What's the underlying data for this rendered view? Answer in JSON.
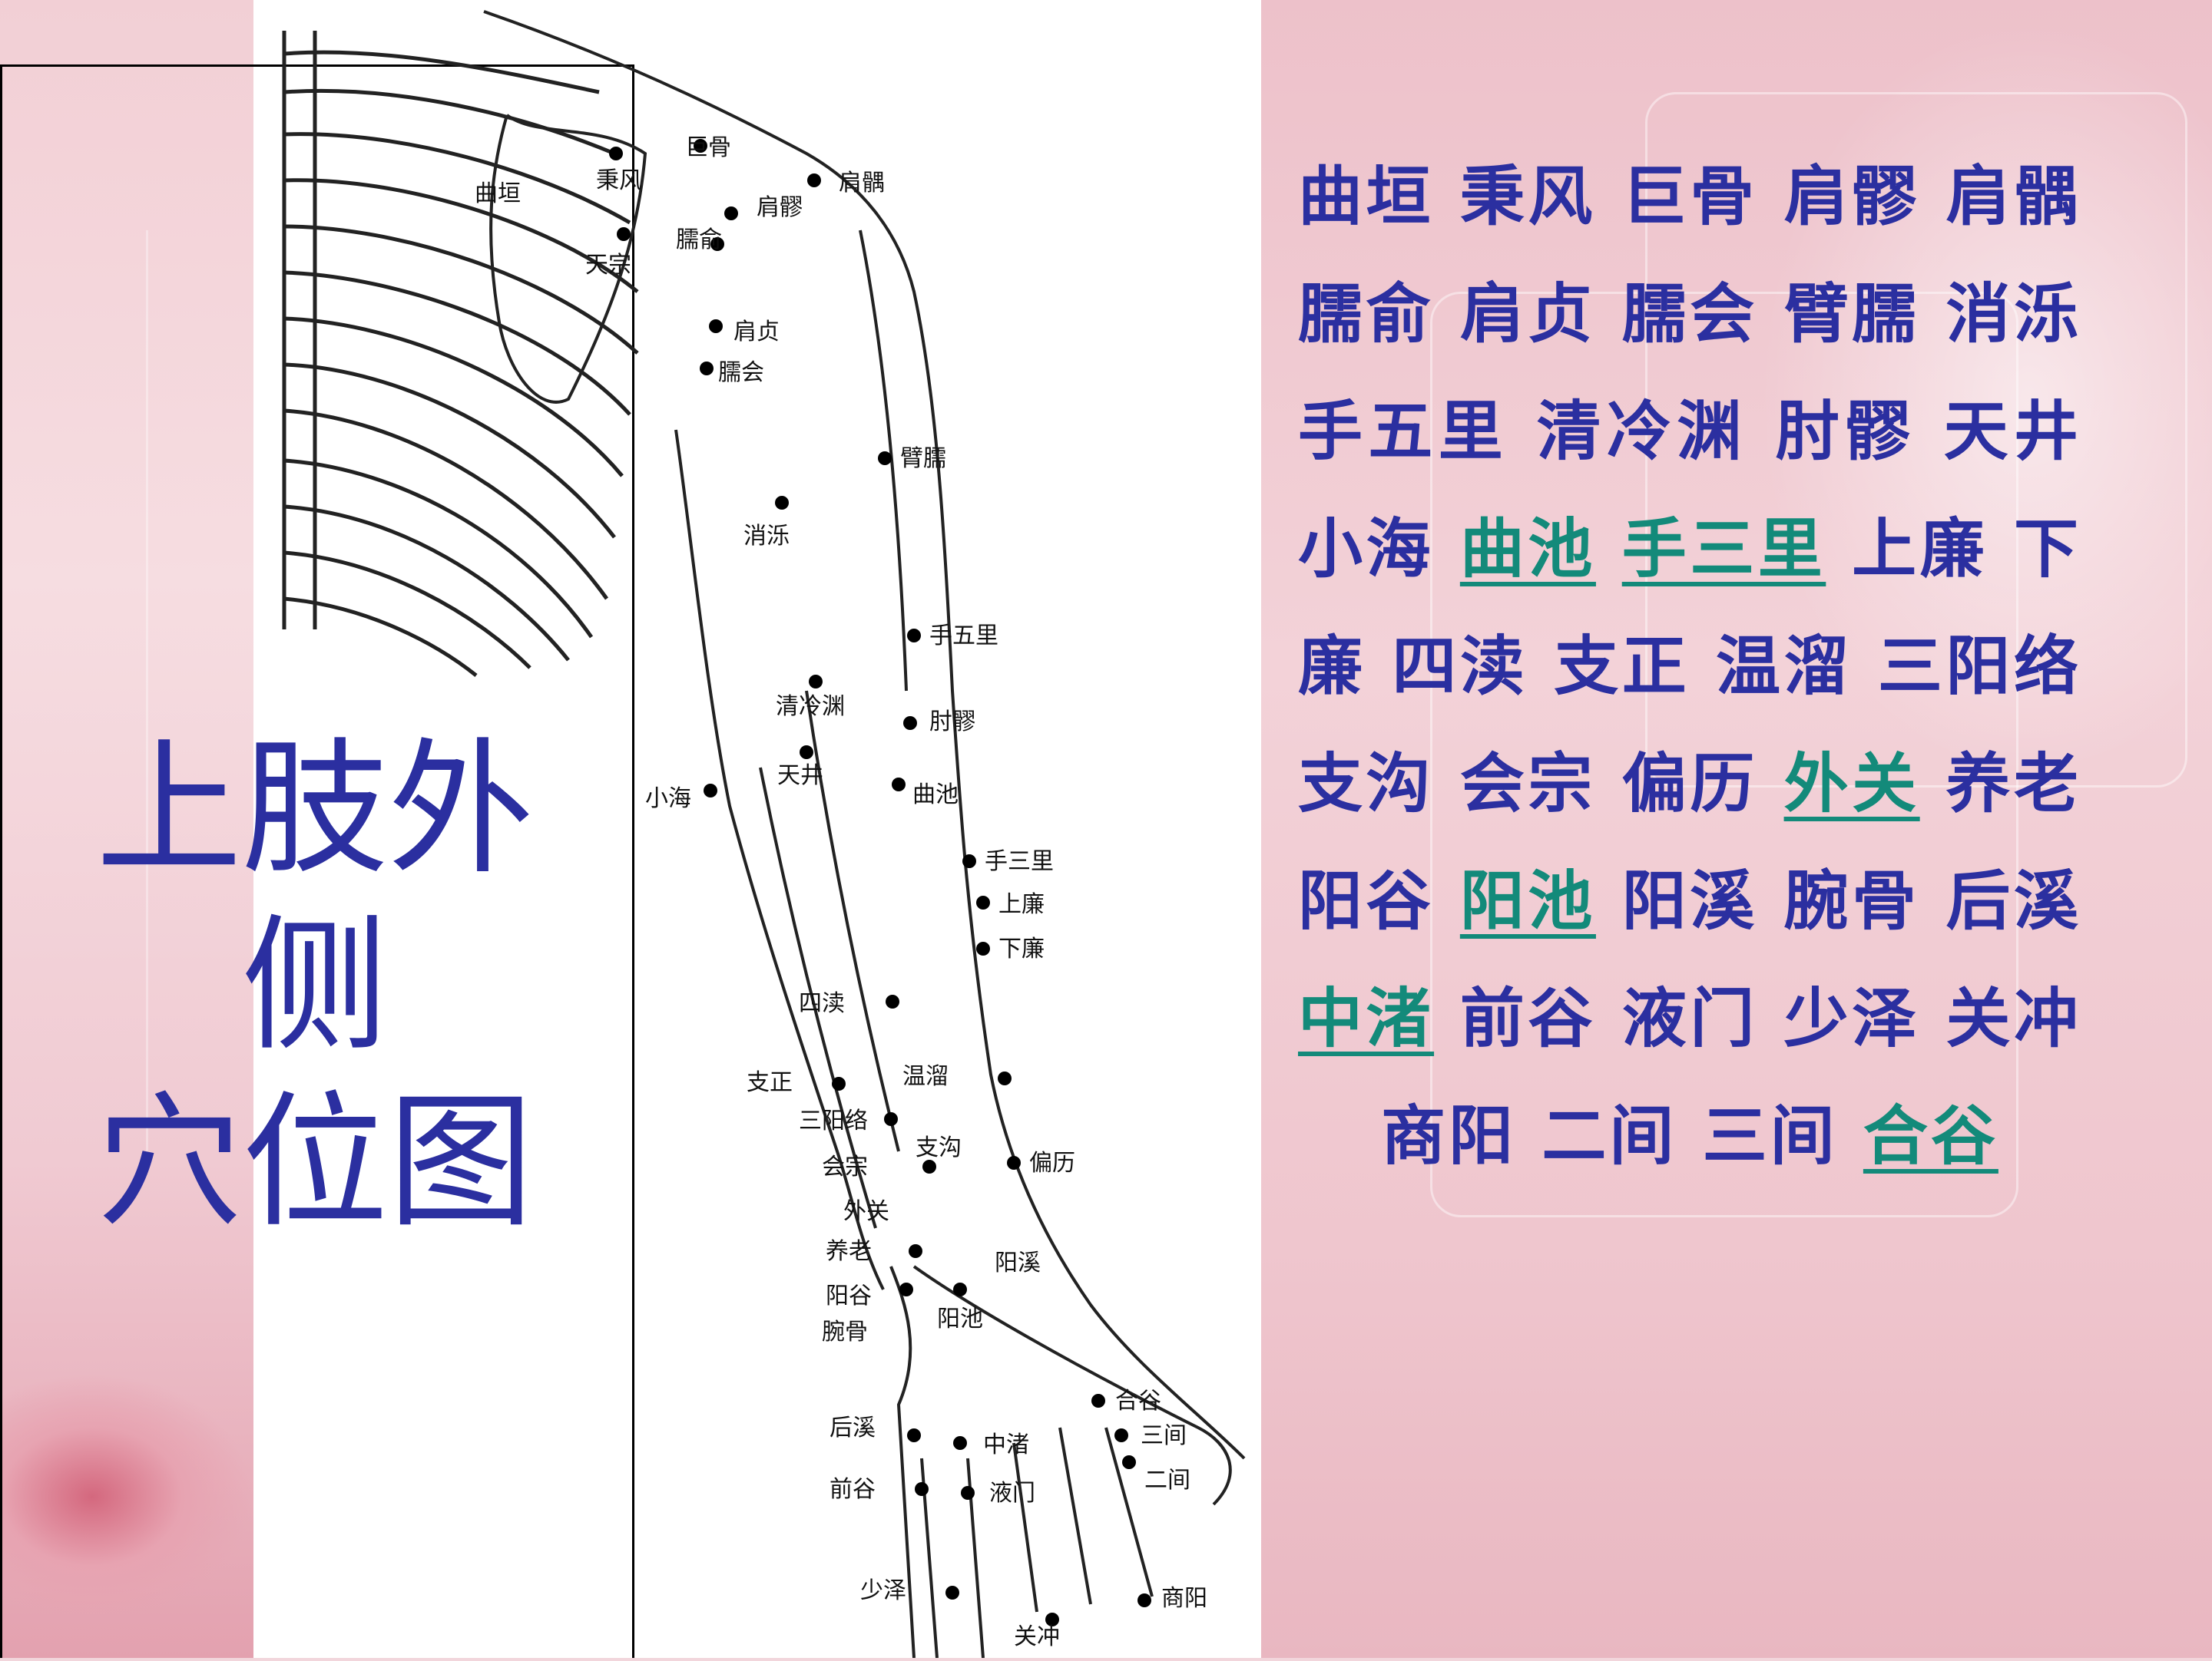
{
  "title": {
    "line1": "上肢外侧",
    "line2": "穴位图"
  },
  "points": [
    {
      "text": "曲垣",
      "hl": false
    },
    {
      "text": "秉风",
      "hl": false
    },
    {
      "text": "巨骨",
      "hl": false
    },
    {
      "text": "肩髎",
      "hl": false
    },
    {
      "text": "肩髃",
      "hl": false
    },
    {
      "text": "臑俞",
      "hl": false
    },
    {
      "text": "肩贞",
      "hl": false
    },
    {
      "text": "臑会",
      "hl": false
    },
    {
      "text": "臂臑",
      "hl": false
    },
    {
      "text": "消泺",
      "hl": false
    },
    {
      "text": "手五里",
      "hl": false
    },
    {
      "text": "清冷渊",
      "hl": false
    },
    {
      "text": "肘髎",
      "hl": false
    },
    {
      "text": "天井",
      "hl": false
    },
    {
      "text": "小海",
      "hl": false
    },
    {
      "text": "曲池",
      "hl": true
    },
    {
      "text": "手三里",
      "hl": true
    },
    {
      "text": "上廉",
      "hl": false
    },
    {
      "text": "下廉",
      "hl": false
    },
    {
      "text": "四渎",
      "hl": false
    },
    {
      "text": "支正",
      "hl": false
    },
    {
      "text": "温溜",
      "hl": false
    },
    {
      "text": "三阳络",
      "hl": false
    },
    {
      "text": "支沟",
      "hl": false
    },
    {
      "text": "会宗",
      "hl": false
    },
    {
      "text": "偏历",
      "hl": false
    },
    {
      "text": "外关",
      "hl": true
    },
    {
      "text": "养老",
      "hl": false
    },
    {
      "text": "阳谷",
      "hl": false
    },
    {
      "text": "阳池",
      "hl": true
    },
    {
      "text": "阳溪",
      "hl": false
    },
    {
      "text": "腕骨",
      "hl": false
    },
    {
      "text": "后溪",
      "hl": false
    },
    {
      "text": "中渚",
      "hl": true
    },
    {
      "text": "前谷",
      "hl": false
    },
    {
      "text": "液门",
      "hl": false
    },
    {
      "text": "少泽",
      "hl": false
    },
    {
      "text": "关冲",
      "hl": false
    },
    {
      "text": "商阳",
      "hl": false
    },
    {
      "text": "二间",
      "hl": false
    },
    {
      "text": "三间",
      "hl": false
    },
    {
      "text": "合谷",
      "hl": true
    }
  ],
  "diagram_labels": {
    "jugu": "巨骨",
    "bingfeng": "秉风",
    "quyuan": "曲垣",
    "jianyu": "肩髃",
    "jianliao": "肩髎",
    "naoshu": "臑俞",
    "tianzong": "天宗",
    "jianzhen": "肩贞",
    "naohui": "臑会",
    "binao": "臂臑",
    "xiaoluo": "消泺",
    "shouwuli": "手五里",
    "qinglengyuan": "清冷渊",
    "zhouliao": "肘髎",
    "tianjing": "天井",
    "xiaohai": "小海",
    "quchi": "曲池",
    "shousanli": "手三里",
    "shanglian": "上廉",
    "xialian": "下廉",
    "sidu": "四渎",
    "zhizheng": "支正",
    "wenliu": "温溜",
    "sanyangluo": "三阳络",
    "zhigou": "支沟",
    "huizong": "会宗",
    "pianli": "偏历",
    "waiguan": "外关",
    "yanglao": "养老",
    "yangxi": "阳溪",
    "yanggu": "阳谷",
    "yangchi": "阳池",
    "wangu": "腕骨",
    "hegu": "合谷",
    "houxi": "后溪",
    "zhongzhu": "中渚",
    "sanjian": "三间",
    "erjian": "二间",
    "qiangu": "前谷",
    "yemen": "液门",
    "shaoze": "少泽",
    "shangyang": "商阳",
    "guanchong": "关冲"
  },
  "colors": {
    "title": "#2b2fa0",
    "text": "#2b2fa0",
    "highlight": "#138a7a"
  }
}
